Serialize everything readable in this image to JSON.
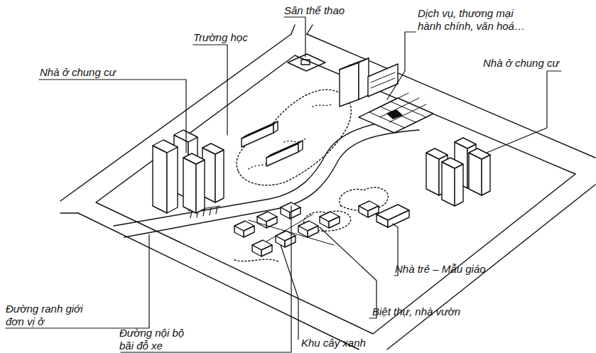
{
  "diagram": {
    "labels": [
      "Sân thể thao",
      "Dịch vụ, thương mại hành chính, văn hoá…",
      "Trường học",
      "Nhà ở chung cư",
      "Nhà ở chung cư",
      "Đường ranh giới đơn vị ở",
      "Đường nội bộ bãi đỗ xe",
      "Khu cây xanh",
      "Biệt thự, nhà vườn",
      "Nhà trẻ – Mẫu giáo"
    ]
  }
}
